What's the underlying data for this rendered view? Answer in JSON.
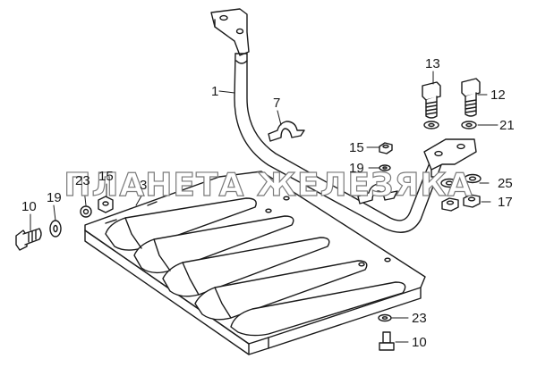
{
  "watermark": "ПЛАНЕТА ЖЕЛЕЗЯКА",
  "labels": {
    "l1": "1",
    "l7": "7",
    "l13": "13",
    "l12": "12",
    "l21": "21",
    "l15_right": "15",
    "l19_right": "19",
    "l25": "25",
    "l17": "17",
    "l23_left": "23",
    "l15_left": "15",
    "l3": "3",
    "l10_left": "10",
    "l19_left": "19",
    "l23_bottom": "23",
    "l10_bottom": "10"
  }
}
